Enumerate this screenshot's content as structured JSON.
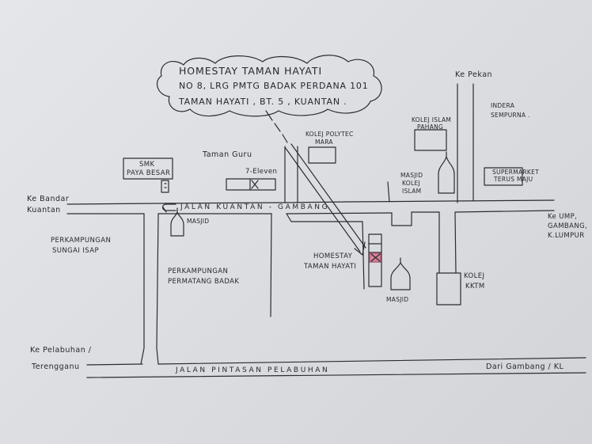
{
  "callout": {
    "line1": "HOMESTAY TAMAN HAYATI",
    "line2": "NO 8, LRG PMTG BADAK PERDANA 101",
    "line3": "TAMAN HAYATI , BT. 5 , KUANTAN ."
  },
  "destinations": {
    "pekan": "Ke Pekan",
    "bandar_kuantan_1": "Ke Bandar",
    "bandar_kuantan_2": "Kuantan",
    "ump_1": "Ke UMP,",
    "ump_2": "GAMBANG,",
    "ump_3": "K.LUMPUR",
    "pelabuhan_1": "Ke Pelabuhan /",
    "pelabuhan_2": "Terengganu",
    "gambang_kl": "Dari Gambang / KL"
  },
  "roads": {
    "jalan_kuantan_gambang": "JALAN  KUANTAN - GAMBANG",
    "jalan_pintasan": "JALAN  PINTASAN  PELABUHAN"
  },
  "places": {
    "smk_1": "SMK",
    "smk_2": "PAYA BESAR",
    "taman_guru": "Taman Guru",
    "seven_eleven": "7-Eleven",
    "kolej_polytec_1": "KOLEJ POLYTEC",
    "kolej_polytec_2": "MARA",
    "kolej_islam_1": "KOLEJ ISLAM",
    "kolej_islam_2": "PAHANG",
    "masjid_kolej_1": "MASJID",
    "masjid_kolej_2": "KOLEJ",
    "masjid_kolej_3": "ISLAM",
    "indera_1": "INDERA",
    "indera_2": "SEMPURNA .",
    "supermarket_1": "SUPERMARKET",
    "supermarket_2": "TERUS MAJU",
    "masjid_left": "MASJID",
    "masjid_right": "MASJID",
    "kampung_sungai_1": "PERKAMPUNGAN",
    "kampung_sungai_2": "SUNGAI ISAP",
    "kampung_permatang_1": "PERKAMPUNGAN",
    "kampung_permatang_2": "PERMATANG BADAK",
    "homestay_1": "HOMESTAY",
    "homestay_2": "TAMAN HAYATI",
    "kolej_kktm_1": "KOLEJ",
    "kolej_kktm_2": "KKTM"
  },
  "colors": {
    "ink": "#26282c",
    "paper": "#dfe1e5",
    "marker": "#d9829a"
  }
}
